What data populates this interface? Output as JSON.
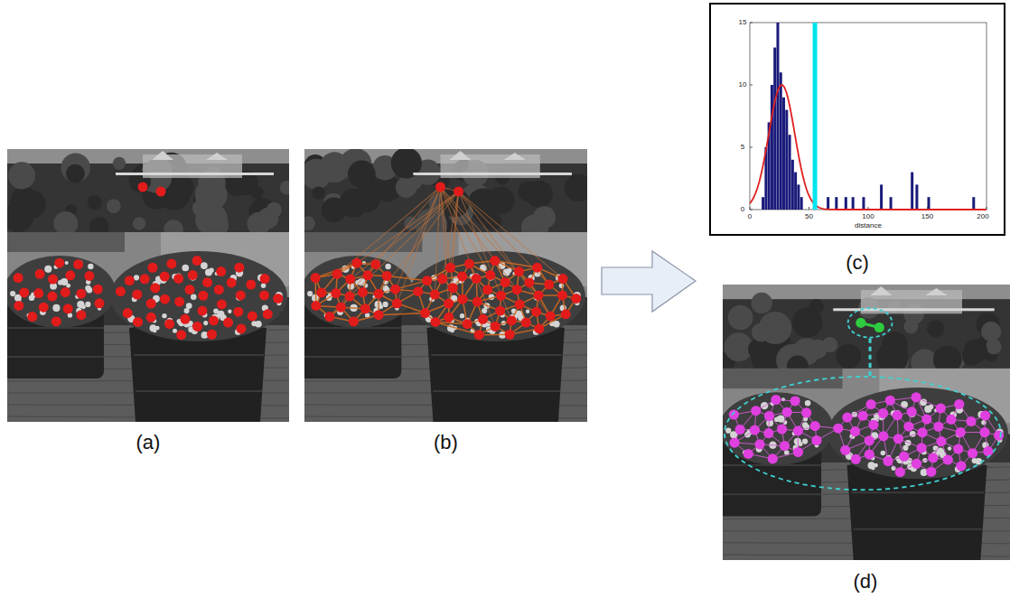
{
  "diagram": {
    "nodes": [
      {
        "text": [
          "(a)"
        ]
      },
      {
        "text": [
          "(b)"
        ]
      },
      {
        "text": [
          "(c)"
        ]
      },
      {
        "text": [
          "(d)"
        ]
      }
    ],
    "labels": [
      "0",
      "5",
      "10",
      "15",
      "0",
      "50",
      "100",
      "150",
      "200",
      "distance"
    ]
  }
}
